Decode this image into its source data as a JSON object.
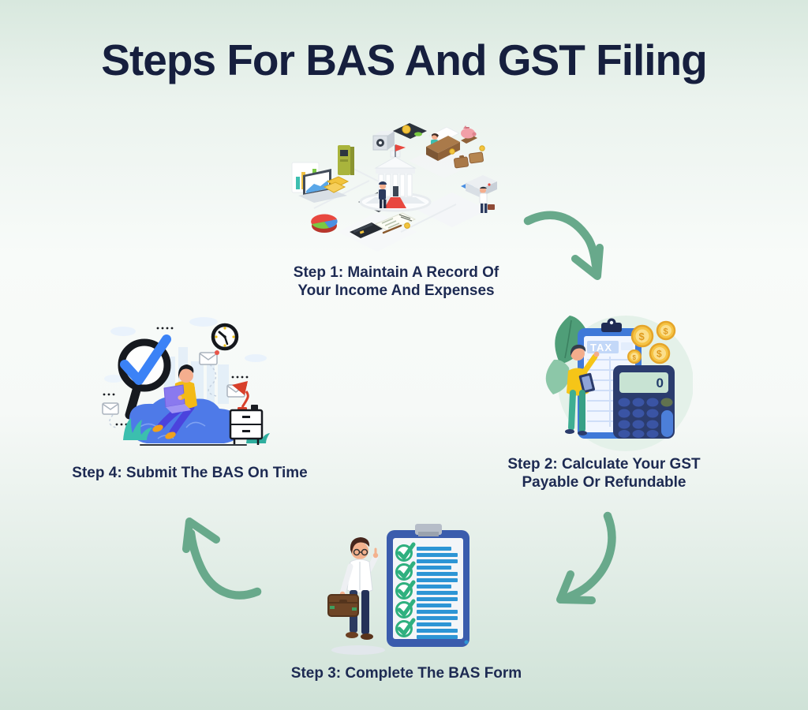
{
  "title": "Steps For BAS And GST Filing",
  "steps": [
    {
      "caption_line1": "Step 1: Maintain A Record Of",
      "caption_line2": "Your Income And Expenses",
      "illustration": "isometric-finance-records-scene"
    },
    {
      "caption_line1": "Step 2: Calculate Your GST",
      "caption_line2": "Payable Or Refundable",
      "illustration": "tax-clipboard-calculator-scene",
      "tax_label": "TAX",
      "calculator_display": "0",
      "coin_symbol": "$"
    },
    {
      "caption_line1": "Step 3: Complete The BAS Form",
      "illustration": "bas-checklist-clipboard-scene"
    },
    {
      "caption_line1": "Step 4: Submit The BAS On Time",
      "illustration": "submit-on-time-scene"
    }
  ],
  "colors": {
    "background_top": "#d8e8de",
    "background_middle": "#f8fbf9",
    "background_bottom": "#cfe2d7",
    "title": "#161f3e",
    "caption": "#1d2a52",
    "arrow": "#68a98b"
  }
}
